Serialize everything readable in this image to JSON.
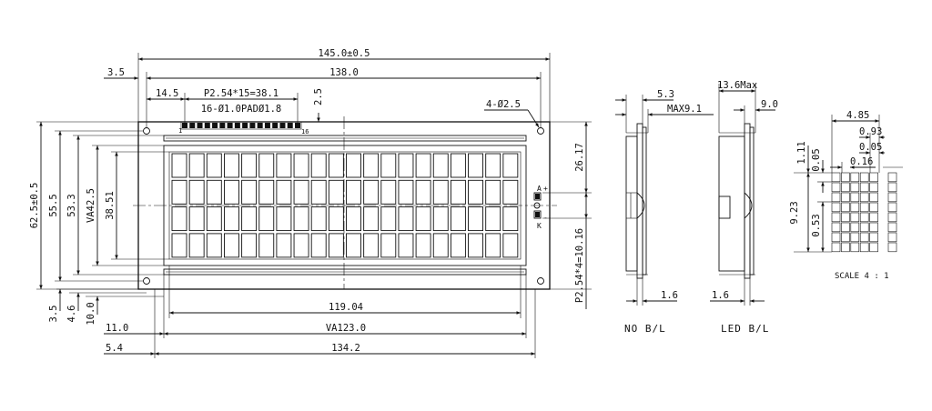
{
  "front_view": {
    "dims": {
      "overall_width": "145.0±0.5",
      "hole_pitch": "138.0",
      "edge_to_hole": "3.5",
      "pin_offset": "14.5",
      "pin_pitch": "P2.54*15=38.1",
      "pin_pad": "16-Ø1.0PADØ1.8",
      "pin_top_offset": "2.5",
      "mount_holes": "4-Ø2.5",
      "overall_height": "62.5±0.5",
      "hole_pitch_vertical": "55.5",
      "bezel_height": "53.3",
      "viewing_area_height": "VA42.5",
      "active_area_height": "38.51",
      "backlight_offset": "26.17",
      "backlight_pins": "P2.54*4=10.16",
      "bottom_edge_hole": "3.5",
      "bottom_bezel": "4.6",
      "bottom_va": "10.0",
      "left_va": "11.0",
      "left_bezel": "5.4",
      "active_area_width": "119.04",
      "viewing_area_width": "VA123.0",
      "bezel_width": "134.2"
    },
    "pin_labels": {
      "first": "1",
      "last": "16",
      "anode": "A",
      "cathode": "K",
      "anode_sign": "+",
      "cathode_sign": "-"
    },
    "grid": {
      "columns": 20,
      "rows": 4
    }
  },
  "side_no_bl": {
    "dims": {
      "top": "5.3",
      "max": "MAX9.1",
      "bottom": "1.6"
    },
    "caption": "NO B/L"
  },
  "side_led_bl": {
    "dims": {
      "top": "13.6Max",
      "right": "9.0",
      "bottom": "1.6"
    },
    "caption": "LED B/L"
  },
  "char_detail": {
    "dims": {
      "width": "4.85",
      "dot_pitch_h": "0.93",
      "dot_gap_h": "0.05",
      "dot_width": "0.16",
      "top_offset": "1.11",
      "dot_gap_v": "0.05",
      "height": "9.23",
      "dot_pitch_v": "0.53"
    },
    "scale": "SCALE 4 : 1",
    "dots": {
      "columns": 5,
      "rows": 8
    }
  }
}
